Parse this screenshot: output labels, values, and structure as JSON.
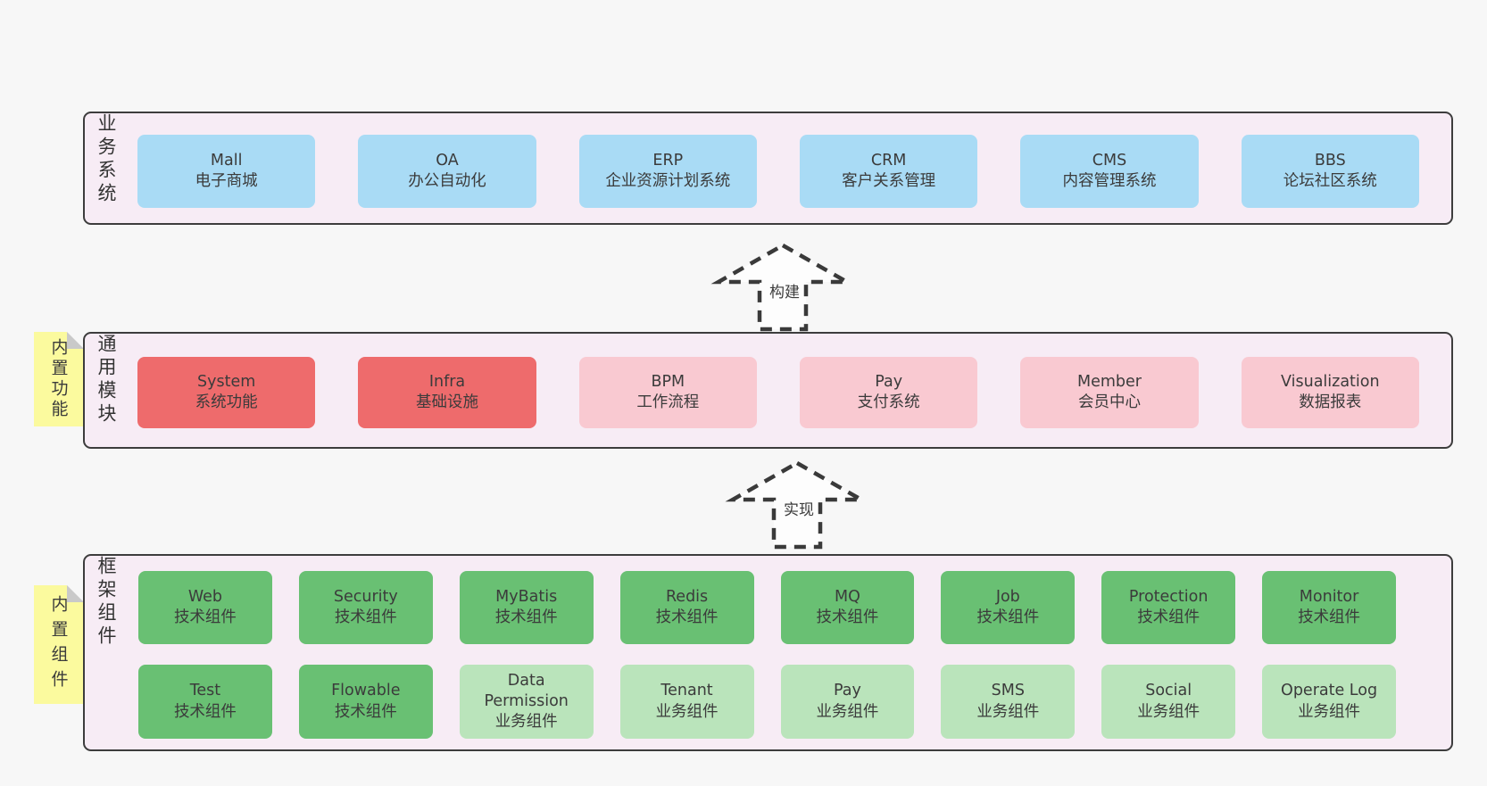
{
  "colors": {
    "page_bg": "#f7f7f7",
    "section_bg": "#f7ecf5",
    "section_border": "#3d3d3d",
    "box_blue": "#a9dbf5",
    "box_red": "#ee6b6c",
    "box_pink": "#f9c9d1",
    "box_green": "#69c073",
    "box_green_light": "#bae4bb",
    "note_yellow": "#fbfa9e",
    "text": "#3b3b3b"
  },
  "business": {
    "label": "业务系统",
    "boxes": [
      {
        "name": "Mall",
        "subtitle": "电子商城"
      },
      {
        "name": "OA",
        "subtitle": "办公自动化"
      },
      {
        "name": "ERP",
        "subtitle": "企业资源计划系统"
      },
      {
        "name": "CRM",
        "subtitle": "客户关系管理"
      },
      {
        "name": "CMS",
        "subtitle": "内容管理系统"
      },
      {
        "name": "BBS",
        "subtitle": "论坛社区系统"
      }
    ]
  },
  "arrows": [
    {
      "label": "构建"
    },
    {
      "label": "实现"
    }
  ],
  "modules": {
    "label": "通用模块",
    "note": "内置功能",
    "boxes": [
      {
        "name": "System",
        "subtitle": "系统功能",
        "variant": "red"
      },
      {
        "name": "Infra",
        "subtitle": "基础设施",
        "variant": "red"
      },
      {
        "name": "BPM",
        "subtitle": "工作流程",
        "variant": "pink"
      },
      {
        "name": "Pay",
        "subtitle": "支付系统",
        "variant": "pink"
      },
      {
        "name": "Member",
        "subtitle": "会员中心",
        "variant": "pink"
      },
      {
        "name": "Visualization",
        "subtitle": "数据报表",
        "variant": "pink"
      }
    ]
  },
  "components": {
    "label": "框架组件",
    "note": "内置组件",
    "row1": [
      {
        "name": "Web",
        "subtitle": "技术组件",
        "variant": "green"
      },
      {
        "name": "Security",
        "subtitle": "技术组件",
        "variant": "green"
      },
      {
        "name": "MyBatis",
        "subtitle": "技术组件",
        "variant": "green"
      },
      {
        "name": "Redis",
        "subtitle": "技术组件",
        "variant": "green"
      },
      {
        "name": "MQ",
        "subtitle": "技术组件",
        "variant": "green"
      },
      {
        "name": "Job",
        "subtitle": "技术组件",
        "variant": "green"
      },
      {
        "name": "Protection",
        "subtitle": "技术组件",
        "variant": "green"
      },
      {
        "name": "Monitor",
        "subtitle": "技术组件",
        "variant": "green"
      }
    ],
    "row2": [
      {
        "name": "Test",
        "subtitle": "技术组件",
        "variant": "green"
      },
      {
        "name": "Flowable",
        "subtitle": "技术组件",
        "variant": "green"
      },
      {
        "name": "Data Permission",
        "subtitle": "业务组件",
        "variant": "green-light"
      },
      {
        "name": "Tenant",
        "subtitle": "业务组件",
        "variant": "green-light"
      },
      {
        "name": "Pay",
        "subtitle": "业务组件",
        "variant": "green-light"
      },
      {
        "name": "SMS",
        "subtitle": "业务组件",
        "variant": "green-light"
      },
      {
        "name": "Social",
        "subtitle": "业务组件",
        "variant": "green-light"
      },
      {
        "name": "Operate Log",
        "subtitle": "业务组件",
        "variant": "green-light"
      }
    ]
  }
}
